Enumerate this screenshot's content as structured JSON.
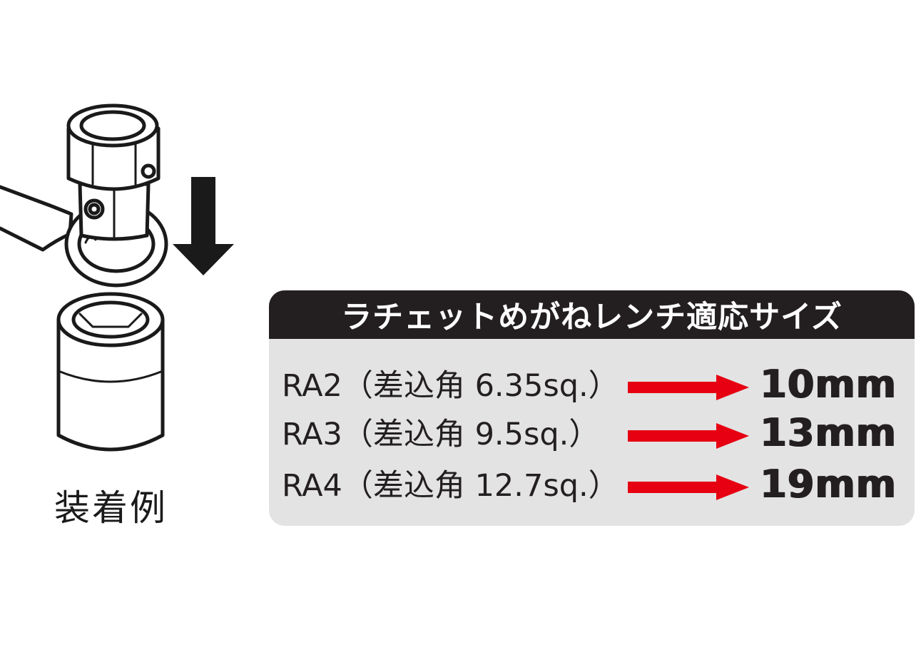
{
  "diagram": {
    "caption": "装着例",
    "table": {
      "title": "ラチェットめがねレンチ適応サイズ",
      "rows": [
        {
          "model": "RA2（差込角 6.35sq.）",
          "size": "10mm"
        },
        {
          "model": "RA3（差込角 9.5sq.）",
          "size": "13mm"
        },
        {
          "model": "RA4（差込角 12.7sq.）",
          "size": "19mm"
        }
      ]
    }
  },
  "colors": {
    "header_bg": "#231f20",
    "panel_bg": "#e3e3e3",
    "arrow": "#e60012",
    "text": "#231f20"
  },
  "icons": {
    "illustration": "wrench-socket-adapter-illustration",
    "down_arrow": "down-arrow-icon",
    "row_arrow": "right-arrow-icon"
  }
}
